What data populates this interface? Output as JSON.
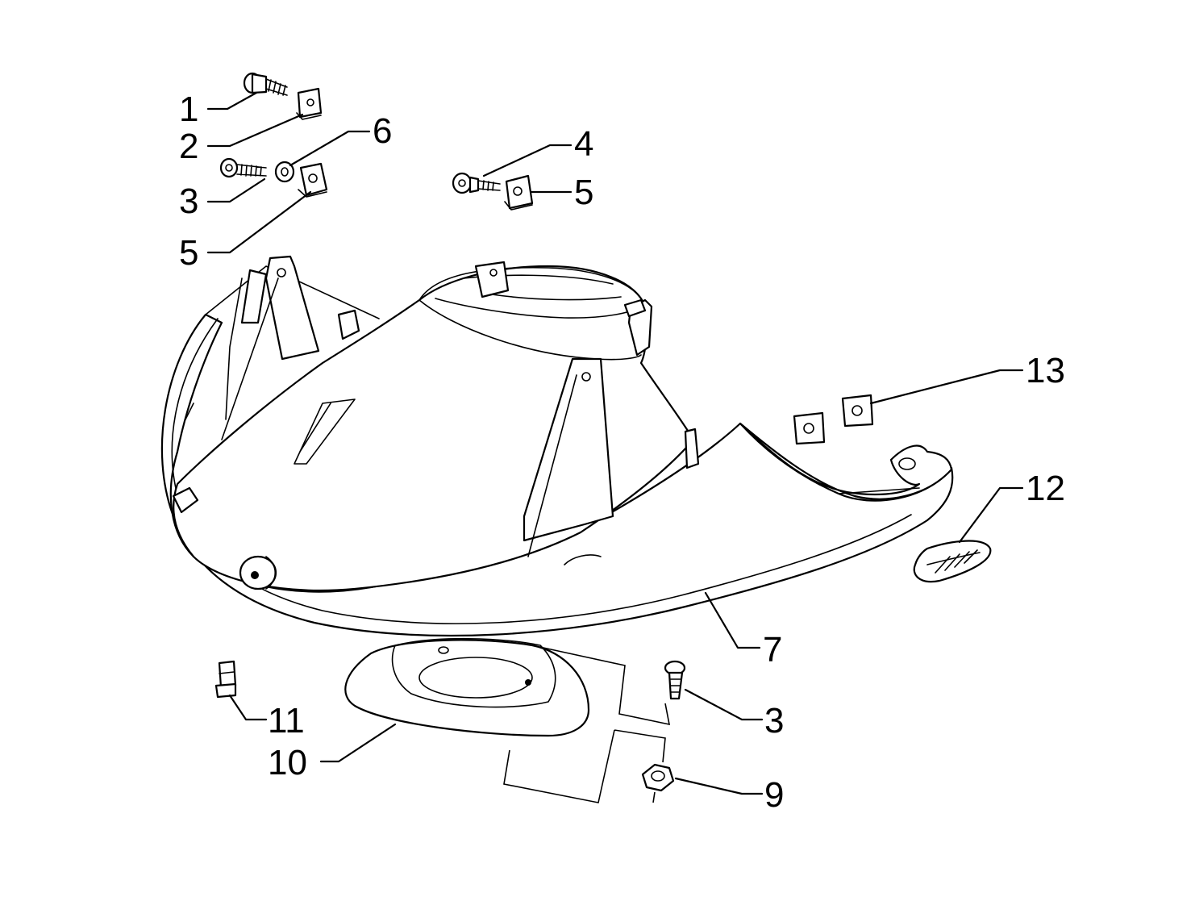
{
  "callouts": [
    {
      "id": "c1",
      "text": "1"
    },
    {
      "id": "c2",
      "text": "2"
    },
    {
      "id": "c3a",
      "text": "3"
    },
    {
      "id": "c5a",
      "text": "5"
    },
    {
      "id": "c6",
      "text": "6"
    },
    {
      "id": "c4",
      "text": "4"
    },
    {
      "id": "c5b",
      "text": "5"
    },
    {
      "id": "c13",
      "text": "13"
    },
    {
      "id": "c12",
      "text": "12"
    },
    {
      "id": "c7",
      "text": "7"
    },
    {
      "id": "c11",
      "text": "11"
    },
    {
      "id": "c10",
      "text": "10"
    },
    {
      "id": "c3b",
      "text": "3"
    },
    {
      "id": "c9",
      "text": "9"
    }
  ]
}
